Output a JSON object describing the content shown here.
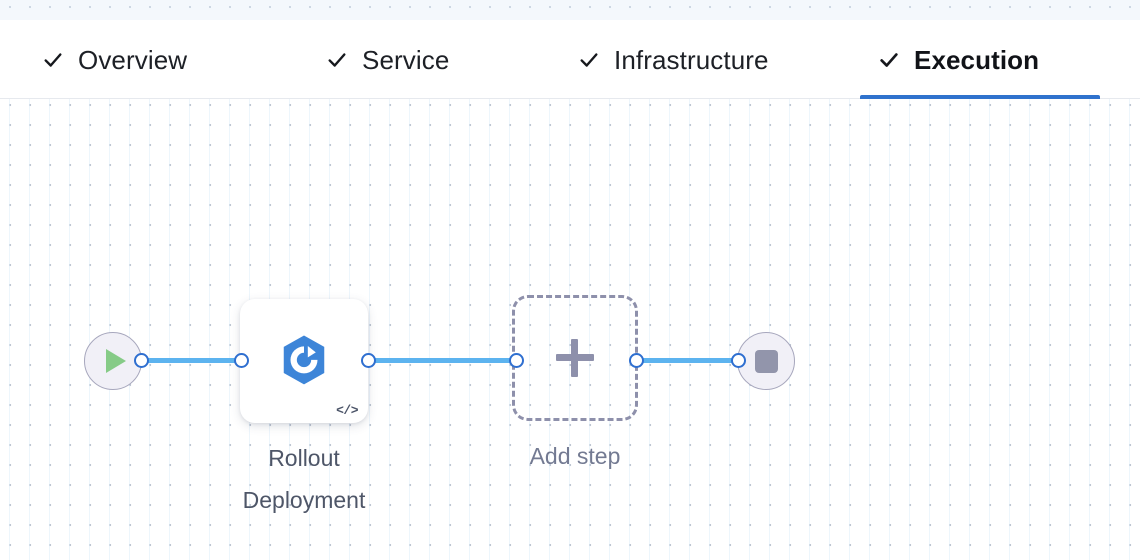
{
  "tabs": [
    {
      "label": "Overview",
      "icon": "check-icon",
      "completed": true,
      "active": false
    },
    {
      "label": "Service",
      "icon": "check-icon",
      "completed": true,
      "active": false
    },
    {
      "label": "Infrastructure",
      "icon": "check-icon",
      "completed": true,
      "active": false
    },
    {
      "label": "Execution",
      "icon": "check-icon",
      "completed": true,
      "active": true
    }
  ],
  "colors": {
    "accent": "#2f72cd",
    "edge": "#5cb3ef",
    "port_border": "#2f6fd0",
    "start_icon": "#86cb87",
    "stop_icon": "#9295ab",
    "step_icon": "#3d85d8",
    "dashed_border": "#8e90ab",
    "label_text": "#4e5668",
    "tab_text": "#1d2026"
  },
  "flow": {
    "start_node": {
      "name": "start-node",
      "icon": "play-icon"
    },
    "step_node": {
      "name": "rollout-deployment-node",
      "label": "Rollout\nDeployment",
      "icon": "rollout-deployment-icon",
      "badge": "</>"
    },
    "add_node": {
      "name": "add-step-node",
      "label": "Add step",
      "icon": "plus-icon"
    },
    "end_node": {
      "name": "end-node",
      "icon": "stop-icon"
    },
    "edges": [
      {
        "from": "start-node",
        "to": "rollout-deployment-node"
      },
      {
        "from": "rollout-deployment-node",
        "to": "add-step-node"
      },
      {
        "from": "add-step-node",
        "to": "end-node"
      }
    ]
  }
}
